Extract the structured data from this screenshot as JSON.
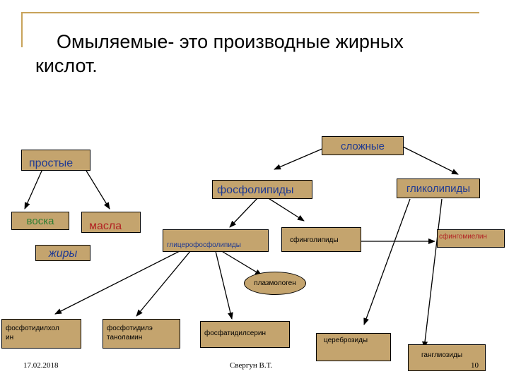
{
  "title": {
    "line1": "Омыляемые- это производные жирных",
    "line2": "кислот."
  },
  "nodes": {
    "slozhnye": "сложные",
    "prostye": "простые",
    "fosfolipidy": "фосфолипиды",
    "glikolipidy": "гликолипиды",
    "voska": "воска",
    "masla": "масла",
    "zhiry": "жиры",
    "glicerofosfolipidy": "глицерофосфолипиды",
    "sfingolipidy": "сфинголипиды",
    "sfingomielin": "сфингомиелин",
    "plazmologen": "плазмологен",
    "fosfotidilholin_1": "фосфотидилхол",
    "fosfotidilholin_2": "ин",
    "fosfotidiletanolamin_1": "фосфотидилэ",
    "fosfotidiletanolamin_2": "таноламин",
    "fosfatidilserin": "фосфатидилсерин",
    "cerebrozidy": "цереброзиды",
    "gangliozidy": "ганглиозиды"
  },
  "footer": {
    "date": "17.02.2018",
    "author": "Свергун В.Т.",
    "page": "10"
  },
  "colors": {
    "box_fill": "#c4a46e",
    "blue_text": "#1f3a93",
    "green_text": "#2e7d32",
    "red_text": "#b22222",
    "frame": "#c8a35a"
  }
}
